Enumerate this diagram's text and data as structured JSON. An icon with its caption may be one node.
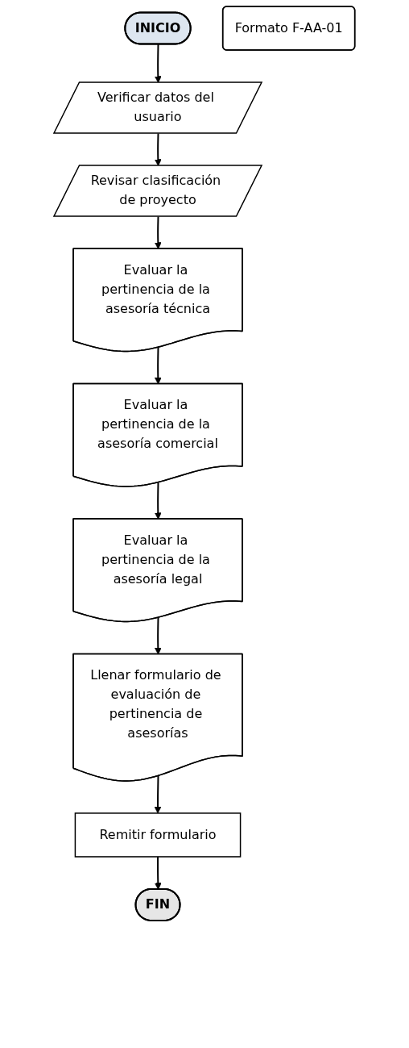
{
  "diagram": {
    "nodes": [
      {
        "text": [
          "INICIO"
        ]
      },
      {
        "text": [
          "Verificar datos del usuario"
        ]
      },
      {
        "text": [
          "Revisar clasificación de proyecto"
        ]
      },
      {
        "text": [
          "Evaluar la pertinencia de la asesoría técnica"
        ]
      },
      {
        "text": [
          "Evaluar la pertinencia de la asesoría comercial"
        ]
      },
      {
        "text": [
          "Evaluar la pertinencia de la asesoría legal"
        ]
      },
      {
        "text": [
          "Llenar formulario de evaluación de pertinencia de asesorías"
        ]
      },
      {
        "text": [
          "Formato F-AA-01"
        ]
      },
      {
        "text": [
          "Remitir formulario"
        ]
      },
      {
        "text": [
          "FIN"
        ]
      }
    ],
    "edges": [
      {
        "from": 0,
        "to": 1,
        "arrow": "to"
      },
      {
        "from": 1,
        "to": 2,
        "arrow": "to"
      },
      {
        "from": 2,
        "to": 3,
        "arrow": "to"
      },
      {
        "from": 3,
        "to": 4,
        "arrow": "to"
      },
      {
        "from": 4,
        "to": 5,
        "arrow": "to"
      },
      {
        "from": 5,
        "to": 6,
        "arrow": "to"
      },
      {
        "from": 6,
        "to": 8,
        "arrow": "to"
      },
      {
        "from": 8,
        "to": 9,
        "arrow": "to"
      }
    ]
  }
}
